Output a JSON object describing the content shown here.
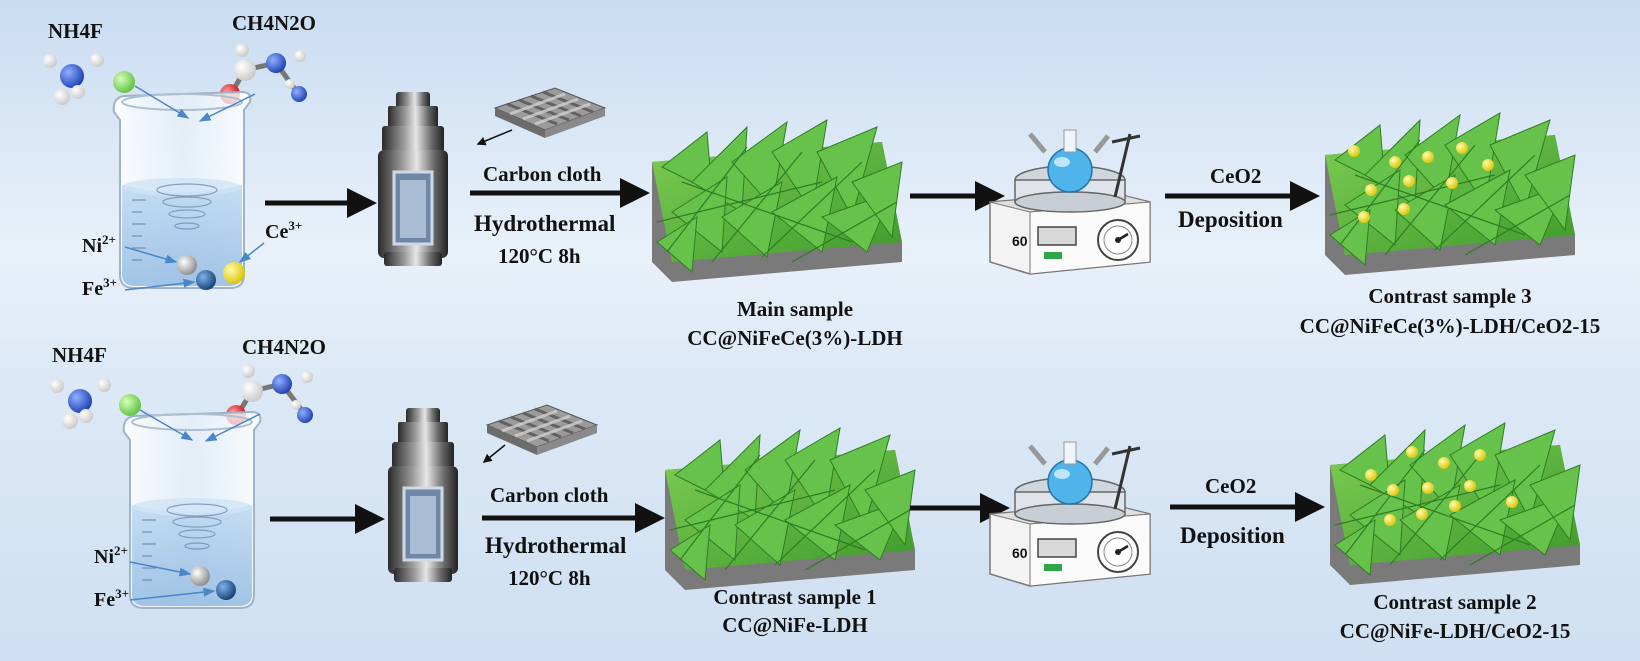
{
  "rows": [
    {
      "reagents": {
        "nh4f": "NH4F",
        "urea": "CH4N2O"
      },
      "ions": {
        "ni": "Ni",
        "ni_charge": "2+",
        "fe": "Fe",
        "fe_charge": "3+",
        "ce": "Ce",
        "ce_charge": "3+"
      },
      "step1": {
        "line1": "Carbon cloth",
        "line2": "Hydrothermal",
        "line3": "120°C  8h"
      },
      "sample_a": {
        "line1": "Main sample",
        "line2": "CC@NiFeCe(3%)-LDH"
      },
      "stirrer_display": "60",
      "step2": {
        "line1": "CeO2",
        "line2": "Deposition"
      },
      "sample_b": {
        "line1": "Contrast sample 3",
        "line2": "CC@NiFeCe(3%)-LDH/CeO2-15"
      }
    },
    {
      "reagents": {
        "nh4f": "NH4F",
        "urea": "CH4N2O"
      },
      "ions": {
        "ni": "Ni",
        "ni_charge": "2+",
        "fe": "Fe",
        "fe_charge": "3+"
      },
      "step1": {
        "line1": "Carbon cloth",
        "line2": "Hydrothermal",
        "line3": "120°C  8h"
      },
      "sample_a": {
        "line1": "Contrast sample 1",
        "line2": "CC@NiFe-LDH"
      },
      "stirrer_display": "60",
      "step2": {
        "line1": "CeO2",
        "line2": "Deposition"
      },
      "sample_b": {
        "line1": "Contrast sample 2",
        "line2": "CC@NiFe-LDH/CeO2-15"
      }
    }
  ],
  "colors": {
    "arrow": "#111111",
    "leaf": "#5db840",
    "ceo2_dot": "#f2e414",
    "fluorine": "#8fe06a",
    "nitrogen": "#2f62d8",
    "oxygen": "#e02020",
    "ni_ion": "#b9b9b9",
    "fe_ion": "#1f5f9f",
    "ce_ion": "#f2e414"
  }
}
